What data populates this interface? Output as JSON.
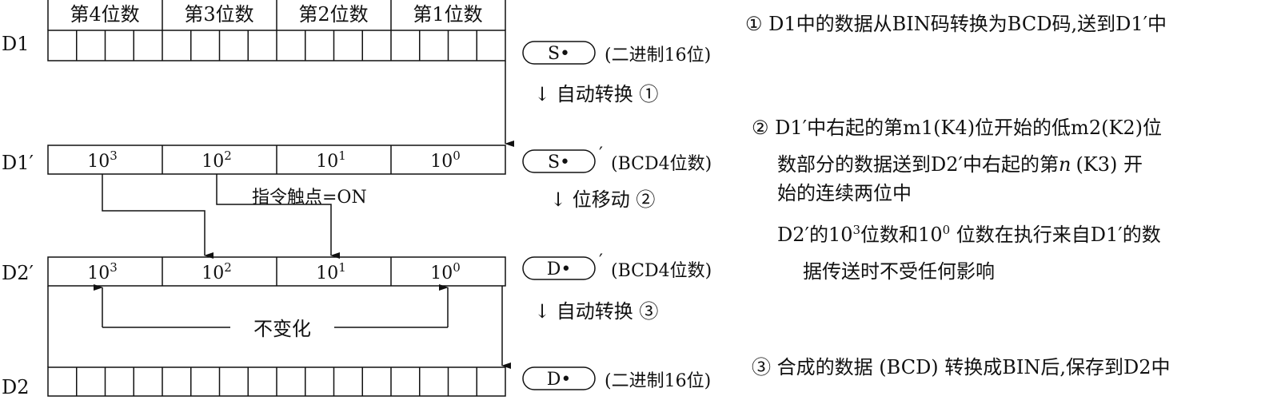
{
  "header": {
    "groups": [
      "第4位数",
      "第3位数",
      "第2位数",
      "第1位数"
    ]
  },
  "registers": {
    "d1": "D1",
    "d1p": "D1′",
    "d2p": "D2′",
    "d2": "D2"
  },
  "d1p_cells": [
    {
      "base": "10",
      "exp": "3"
    },
    {
      "base": "10",
      "exp": "2"
    },
    {
      "base": "10",
      "exp": "1"
    },
    {
      "base": "10",
      "exp": "0"
    }
  ],
  "d2p_cells": [
    {
      "base": "10",
      "exp": "3"
    },
    {
      "base": "10",
      "exp": "2"
    },
    {
      "base": "10",
      "exp": "1"
    },
    {
      "base": "10",
      "exp": "0"
    }
  ],
  "operands": {
    "row1": {
      "label": "S•",
      "prime": "",
      "desc": "(二进制16位)"
    },
    "row2": {
      "label": "S•",
      "prime": "′",
      "desc": "(BCD4位数)"
    },
    "row3": {
      "label": "D•",
      "prime": "′",
      "desc": "(BCD4位数)"
    },
    "row4": {
      "label": "D•",
      "prime": "",
      "desc": "(二进制16位)"
    }
  },
  "steps": {
    "step1": "↓ 自动转换 ①",
    "step2": "↓ 位移动 ②",
    "step3": "↓ 自动转换 ③"
  },
  "labels": {
    "trigger": "指令触点=ON",
    "unchanged": "不变化"
  },
  "notes": {
    "n1": "① D1中的数据从BIN码转换为BCD码,送到D1′中",
    "n2_l1": "② D1′中右起的第m1(K4)位开始的低m2(K2)位",
    "n2_l2_a": "数部分的数据送到D2′中右起的第",
    "n2_l2_n": "n",
    "n2_l2_b": "(K3) 开",
    "n2_l3": "始的连续两位中",
    "n2b_l1_a": "D2′的10",
    "n2b_l1_exp1": "3",
    "n2b_l1_b": "位数和10",
    "n2b_l1_exp2": "0",
    "n2b_l1_c": " 位数在执行来自D1′的数",
    "n2b_l2": "据传送时不受任何影响",
    "n3": "③ 合成的数据 (BCD) 转换成BIN后,保存到D2中"
  }
}
